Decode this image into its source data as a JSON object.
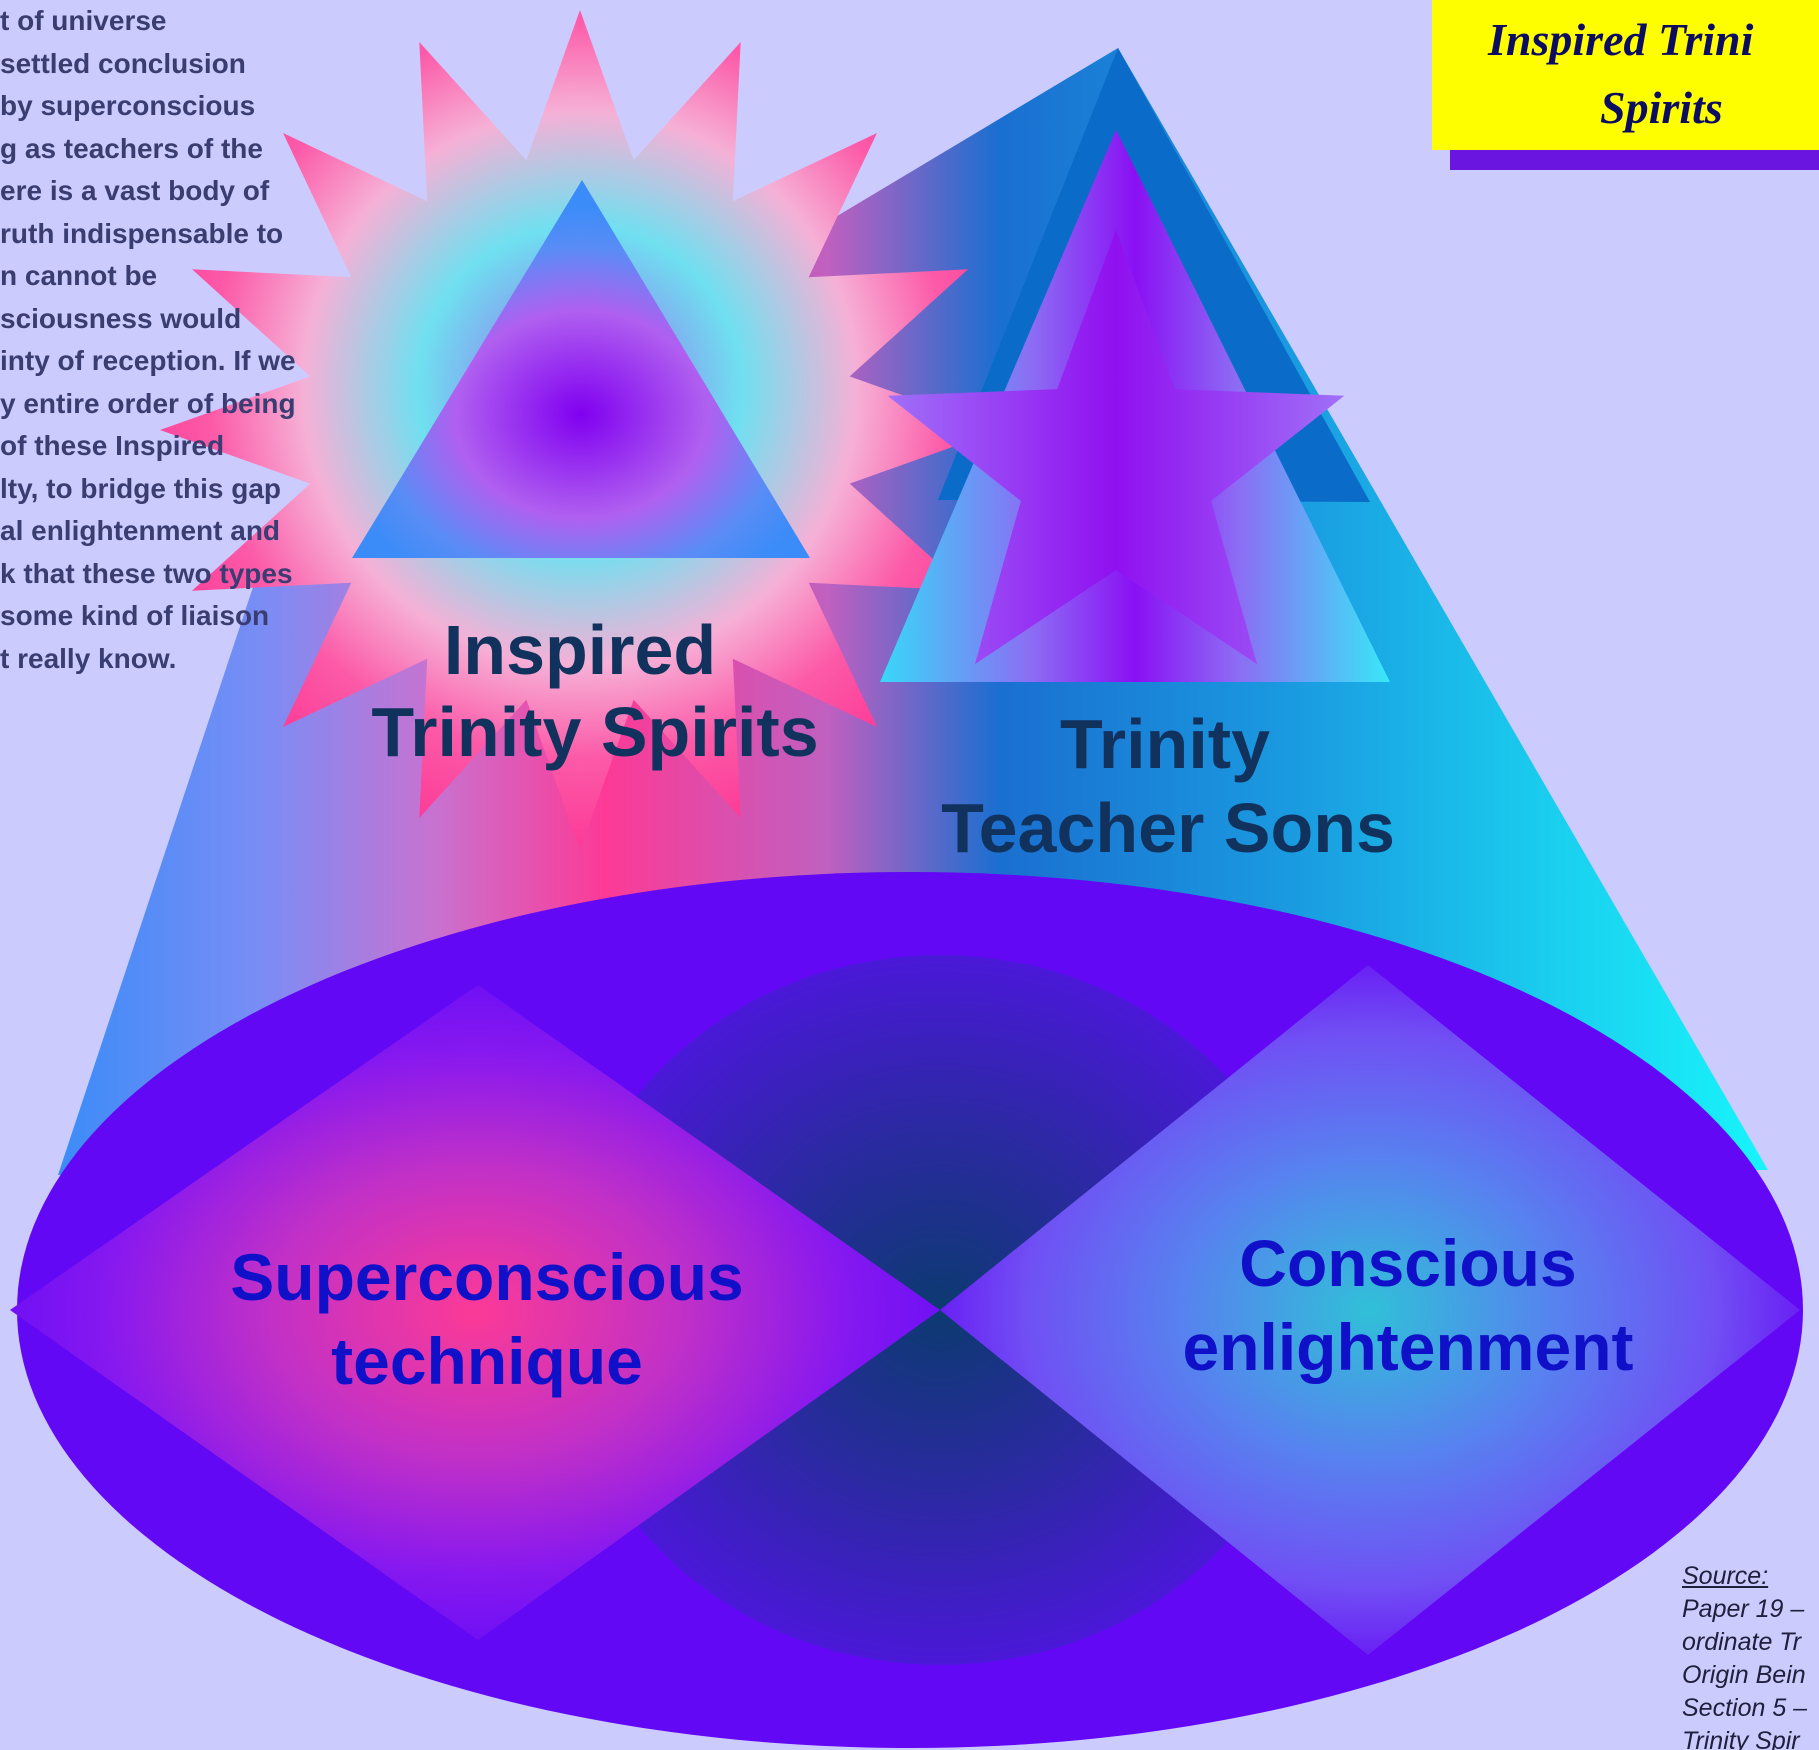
{
  "title": {
    "line1": "Inspired Trini",
    "line2": "Spirits"
  },
  "body_text": [
    "t of universe",
    "settled conclusion",
    " by superconscious",
    "g as teachers of the",
    "ere is a vast body of",
    "ruth indispensable to",
    "n cannot be",
    "sciousness would",
    "inty of reception. If we",
    "y entire order of being",
    " of these Inspired",
    "lty, to bridge this gap",
    "al enlightenment and",
    "k that these two types",
    " some kind of liaison",
    "t really know."
  ],
  "labels": {
    "inspired_trinity_spirits": [
      "Inspired",
      "Trinity Spirits"
    ],
    "trinity_teacher_sons": [
      "Trinity",
      "Teacher Sons"
    ],
    "superconscious_technique": [
      "Superconscious",
      "technique"
    ],
    "conscious_enlightenment": [
      "Conscious",
      "enlightenment"
    ]
  },
  "source": {
    "label": "Source:",
    "lines": [
      "Paper 19 –",
      "ordinate Tr",
      "Origin Bein",
      "Section 5 –",
      "Trinity Spir"
    ]
  },
  "colors": {
    "background": "#cccbfe",
    "title_bg": "#fefe00",
    "title_shadow": "#6a16e0",
    "ellipse": "#6208f4",
    "star_pink": "#fc3a96",
    "triangle_blue": "#3b8cf8",
    "teacher_blue": "#0a6cc8",
    "label_dark": "#12325e",
    "label_blue": "#1010c8"
  }
}
